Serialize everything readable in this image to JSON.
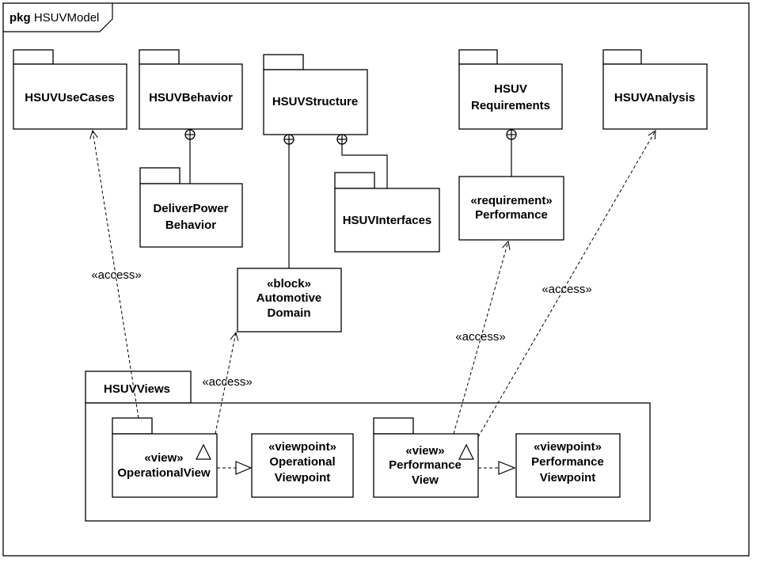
{
  "frame": {
    "keyword": "pkg",
    "name": "HSUVModel"
  },
  "packages": {
    "use_cases": "HSUVUseCases",
    "behavior": "HSUVBehavior",
    "structure": "HSUVStructure",
    "requirements": [
      "HSUV",
      "Requirements"
    ],
    "analysis": "HSUVAnalysis",
    "deliver_power": [
      "DeliverPower",
      "Behavior"
    ],
    "interfaces": "HSUVInterfaces",
    "views": "HSUVViews"
  },
  "elements": {
    "performance_req": {
      "stereotype": "«requirement»",
      "name": "Performance"
    },
    "automotive_domain": {
      "stereotype": "«block»",
      "name": [
        "Automotive",
        "Domain"
      ]
    },
    "operational_view": {
      "stereotype": "«view»",
      "name": "OperationalView"
    },
    "operational_viewpoint": {
      "stereotype": "«viewpoint»",
      "name": [
        "Operational",
        "Viewpoint"
      ]
    },
    "performance_view": {
      "stereotype": "«view»",
      "name": [
        "Performance",
        "View"
      ]
    },
    "performance_viewpoint": {
      "stereotype": "«viewpoint»",
      "name": [
        "Performance",
        "Viewpoint"
      ]
    }
  },
  "labels": {
    "access_usecases": "«access»",
    "access_domain": "«access»",
    "access_performance": "«access»",
    "access_analysis": "«access»"
  }
}
